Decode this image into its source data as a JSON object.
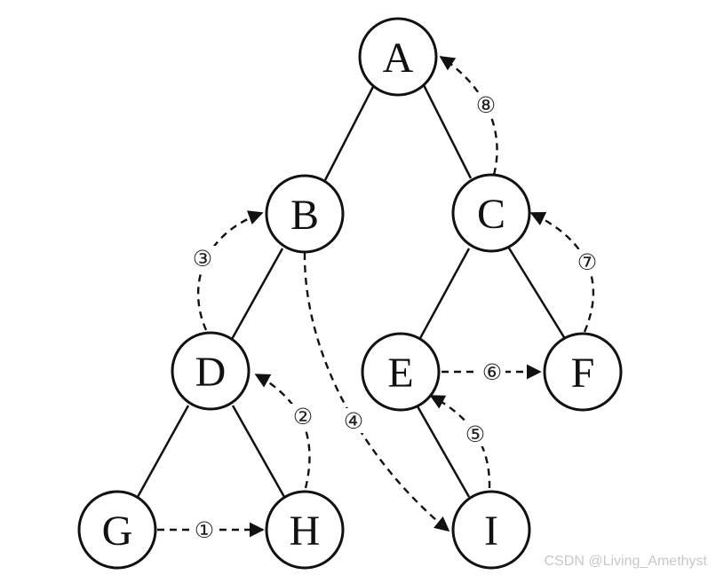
{
  "nodes": [
    {
      "id": "A",
      "label": "A"
    },
    {
      "id": "B",
      "label": "B"
    },
    {
      "id": "C",
      "label": "C"
    },
    {
      "id": "D",
      "label": "D"
    },
    {
      "id": "E",
      "label": "E"
    },
    {
      "id": "F",
      "label": "F"
    },
    {
      "id": "G",
      "label": "G"
    },
    {
      "id": "H",
      "label": "H"
    },
    {
      "id": "I",
      "label": "I"
    }
  ],
  "edges": [
    {
      "from": "A",
      "to": "B"
    },
    {
      "from": "A",
      "to": "C"
    },
    {
      "from": "B",
      "to": "D"
    },
    {
      "from": "C",
      "to": "E"
    },
    {
      "from": "C",
      "to": "F"
    },
    {
      "from": "D",
      "to": "G"
    },
    {
      "from": "D",
      "to": "H"
    },
    {
      "from": "E",
      "to": "I"
    }
  ],
  "threads": [
    {
      "step": "①",
      "from": "G",
      "to": "H"
    },
    {
      "step": "②",
      "from": "H",
      "to": "D"
    },
    {
      "step": "③",
      "from": "D",
      "to": "B"
    },
    {
      "step": "④",
      "from": "B",
      "to": "I"
    },
    {
      "step": "⑤",
      "from": "I",
      "to": "E"
    },
    {
      "step": "⑥",
      "from": "E",
      "to": "F"
    },
    {
      "step": "⑦",
      "from": "F",
      "to": "C"
    },
    {
      "step": "⑧",
      "from": "C",
      "to": "A"
    }
  ],
  "watermark": "CSDN @Living_Amethyst"
}
